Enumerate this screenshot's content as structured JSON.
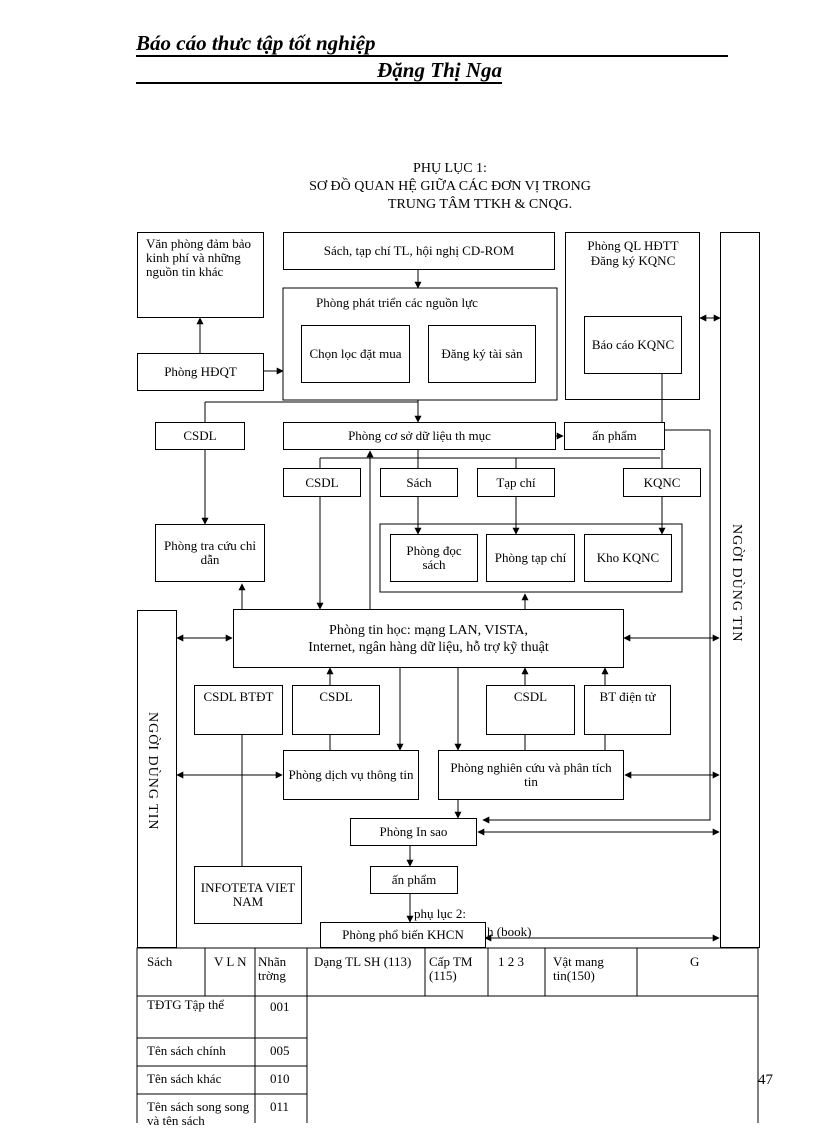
{
  "header": {
    "line1": "Báo cáo thưc tập tốt nghiệp",
    "line2": "Đặng Thị Nga"
  },
  "title": {
    "line1": "PHỤ LỤC 1:",
    "line2": "SƠ ĐỒ QUAN HỆ GIỮA CÁC ĐƠN VỊ TRONG",
    "line3": "TRUNG TÂM TTKH & CNQG."
  },
  "boxes": {
    "van_phong": "Văn phòng đảm bảo kinh phí và những nguồn tin khác",
    "sach_tap_chi": "Sách, tạp chí TL, hội nghị  CD-ROM",
    "phong_ql": "Phòng QL HĐTT Đăng ký KQNC",
    "phong_phat_trien": "Phòng phát triển các nguồn lực",
    "chon_loc": "Chọn lọc đặt mua",
    "dang_ky": "Đăng ký tài sản",
    "bao_cao": "Báo cáo KQNC",
    "phong_hdqt": "Phòng HĐQT",
    "csdl_left": "CSDL",
    "phong_csdl": "Phòng cơ sở dữ liệu th   mục",
    "an_pham_top": "ấn phẩm",
    "csdl_mid": "CSDL",
    "sach": "Sách",
    "tap_chi": "Tạp chí",
    "kqnc": "KQNC",
    "phong_tra_cuu": "Phòng tra cứu chỉ dẫn",
    "phong_doc_sach": "Phòng đọc sách",
    "phong_tap_chi": "Phòng tạp chí",
    "kho_kqnc": "Kho KQNC",
    "phong_tin_hoc_1": "Phòng tin học: mạng LAN, VISTA,",
    "phong_tin_hoc_2": "Internet, ngân hàng dữ liệu, hỗ trợ kỹ thuật",
    "csdl_btdt": "CSDL BTĐT",
    "csdl_a": "CSDL",
    "csdl_b": "CSDL",
    "bt_dien_tu": "BT điện tử",
    "phong_dich_vu": "Phòng dịch vụ thông tin",
    "phong_nghien_cuu": "Phòng nghiên cứu và phân tích tin",
    "phong_in_sao": "Phòng In sao",
    "infoteta": "INFOTETA VIET NAM",
    "an_pham_bottom": "ấn phẩm",
    "phong_pho_bien": "Phòng phổ biến KHCN"
  },
  "side_labels": {
    "right": "NGỜI  DÙNG TIN",
    "left": "NGỜI  DÙNG TIN"
  },
  "overlap": {
    "phu_luc_2": "phụ lục 2:",
    "book": "h (book)"
  },
  "table": {
    "headers": [
      "Sách",
      "V  L N",
      "Nhãn trờng",
      "Dạng TL     SH (113)",
      "Cấp TM (115)",
      "1      2 3",
      "Vật mang tin(150)",
      "G"
    ],
    "rows": [
      {
        "label": "TĐTG Tập thể",
        "code": "001"
      },
      {
        "label": "Tên sách chính",
        "code": "005"
      },
      {
        "label": "Tên sách khác",
        "code": "010"
      },
      {
        "label": "Tên sách song song và tên sách",
        "code": "011"
      }
    ]
  },
  "page_number": "47"
}
